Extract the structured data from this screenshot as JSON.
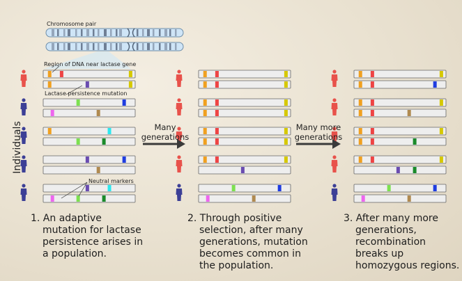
{
  "labels": {
    "chromosome_pair": "Chromosome pair",
    "region_of_dna": "Region of DNA near lactase gene",
    "lactase_mutation": "Lactase persistence mutation",
    "neutral_markers": "Neutral markers",
    "individuals": "Individuals"
  },
  "arrows": [
    {
      "line1": "Many",
      "line2": "generations"
    },
    {
      "line1": "Many more",
      "line2": "generations"
    }
  ],
  "captions": [
    {
      "lines": [
        "1. An adaptive",
        "mutation for lactase",
        "persistence arises in",
        "a population."
      ]
    },
    {
      "lines": [
        "2. Through positive",
        "selection, after many",
        "generations, mutation",
        "becomes common in",
        "the population."
      ]
    },
    {
      "lines": [
        "3. After many more",
        "generations,",
        "recombination",
        "breaks up",
        "homozygous regions."
      ]
    }
  ],
  "colors": {
    "background": "#ece5d6",
    "chrom_bar": "#eeeeee",
    "chrom_border": "#666666",
    "person_red": "#e8524b",
    "person_blue": "#3c3f96",
    "orange": "#f0a020",
    "red": "#ee4444",
    "yellow": "#d6c800",
    "purple": "#6a4cb0",
    "green": "#7de050",
    "blue": "#1f3de0",
    "magenta": "#ee66ee",
    "tan": "#b08a50",
    "cyan": "#2de8ee",
    "dkgreen": "#1a8a2a"
  },
  "legend_colors": {
    "mutation": "purple",
    "markers": [
      "orange",
      "red",
      "yellow",
      "green",
      "blue",
      "magenta",
      "tan",
      "cyan",
      "dkgreen"
    ]
  },
  "panels": [
    {
      "individuals": [
        {
          "sex": "red",
          "top": [
            "orange",
            "red",
            "yellow"
          ],
          "bottom": [
            "orange",
            "purple",
            "yellow"
          ]
        },
        {
          "sex": "blue",
          "top": [
            "green",
            "blue"
          ],
          "bottom": [
            "magenta",
            "tan"
          ]
        },
        {
          "sex": "blue",
          "top": [
            "orange",
            "cyan"
          ],
          "bottom": [
            "green",
            "dkgreen"
          ]
        },
        {
          "sex": "blue",
          "top": [
            "purple",
            "blue"
          ],
          "bottom": [
            "tan"
          ]
        },
        {
          "sex": "blue",
          "top": [
            "purple",
            "cyan"
          ],
          "bottom": [
            "magenta",
            "green",
            "dkgreen"
          ]
        }
      ]
    },
    {
      "individuals": [
        {
          "sex": "red",
          "top": [
            "orange",
            "red",
            "yellow"
          ],
          "bottom": [
            "orange",
            "red",
            "yellow"
          ]
        },
        {
          "sex": "red",
          "top": [
            "orange",
            "red",
            "yellow"
          ],
          "bottom": [
            "orange",
            "red",
            "yellow"
          ]
        },
        {
          "sex": "red",
          "top": [
            "orange",
            "red",
            "yellow"
          ],
          "bottom": [
            "orange",
            "red",
            "yellow"
          ]
        },
        {
          "sex": "red",
          "top": [
            "orange",
            "red",
            "yellow"
          ],
          "bottom": [
            "purple"
          ]
        },
        {
          "sex": "blue",
          "top": [
            "green",
            "blue"
          ],
          "bottom": [
            "magenta",
            "tan"
          ]
        }
      ]
    },
    {
      "individuals": [
        {
          "sex": "red",
          "top": [
            "orange",
            "red",
            "yellow"
          ],
          "bottom": [
            "orange",
            "red",
            "blue"
          ]
        },
        {
          "sex": "red",
          "top": [
            "orange",
            "red",
            "yellow"
          ],
          "bottom": [
            "orange",
            "red",
            "tan"
          ]
        },
        {
          "sex": "red",
          "top": [
            "orange",
            "red",
            "yellow"
          ],
          "bottom": [
            "orange",
            "red",
            "dkgreen"
          ]
        },
        {
          "sex": "red",
          "top": [
            "orange",
            "red",
            "yellow"
          ],
          "bottom": [
            "purple",
            "dkgreen"
          ]
        },
        {
          "sex": "blue",
          "top": [
            "green",
            "blue"
          ],
          "bottom": [
            "magenta",
            "tan"
          ]
        }
      ]
    }
  ]
}
